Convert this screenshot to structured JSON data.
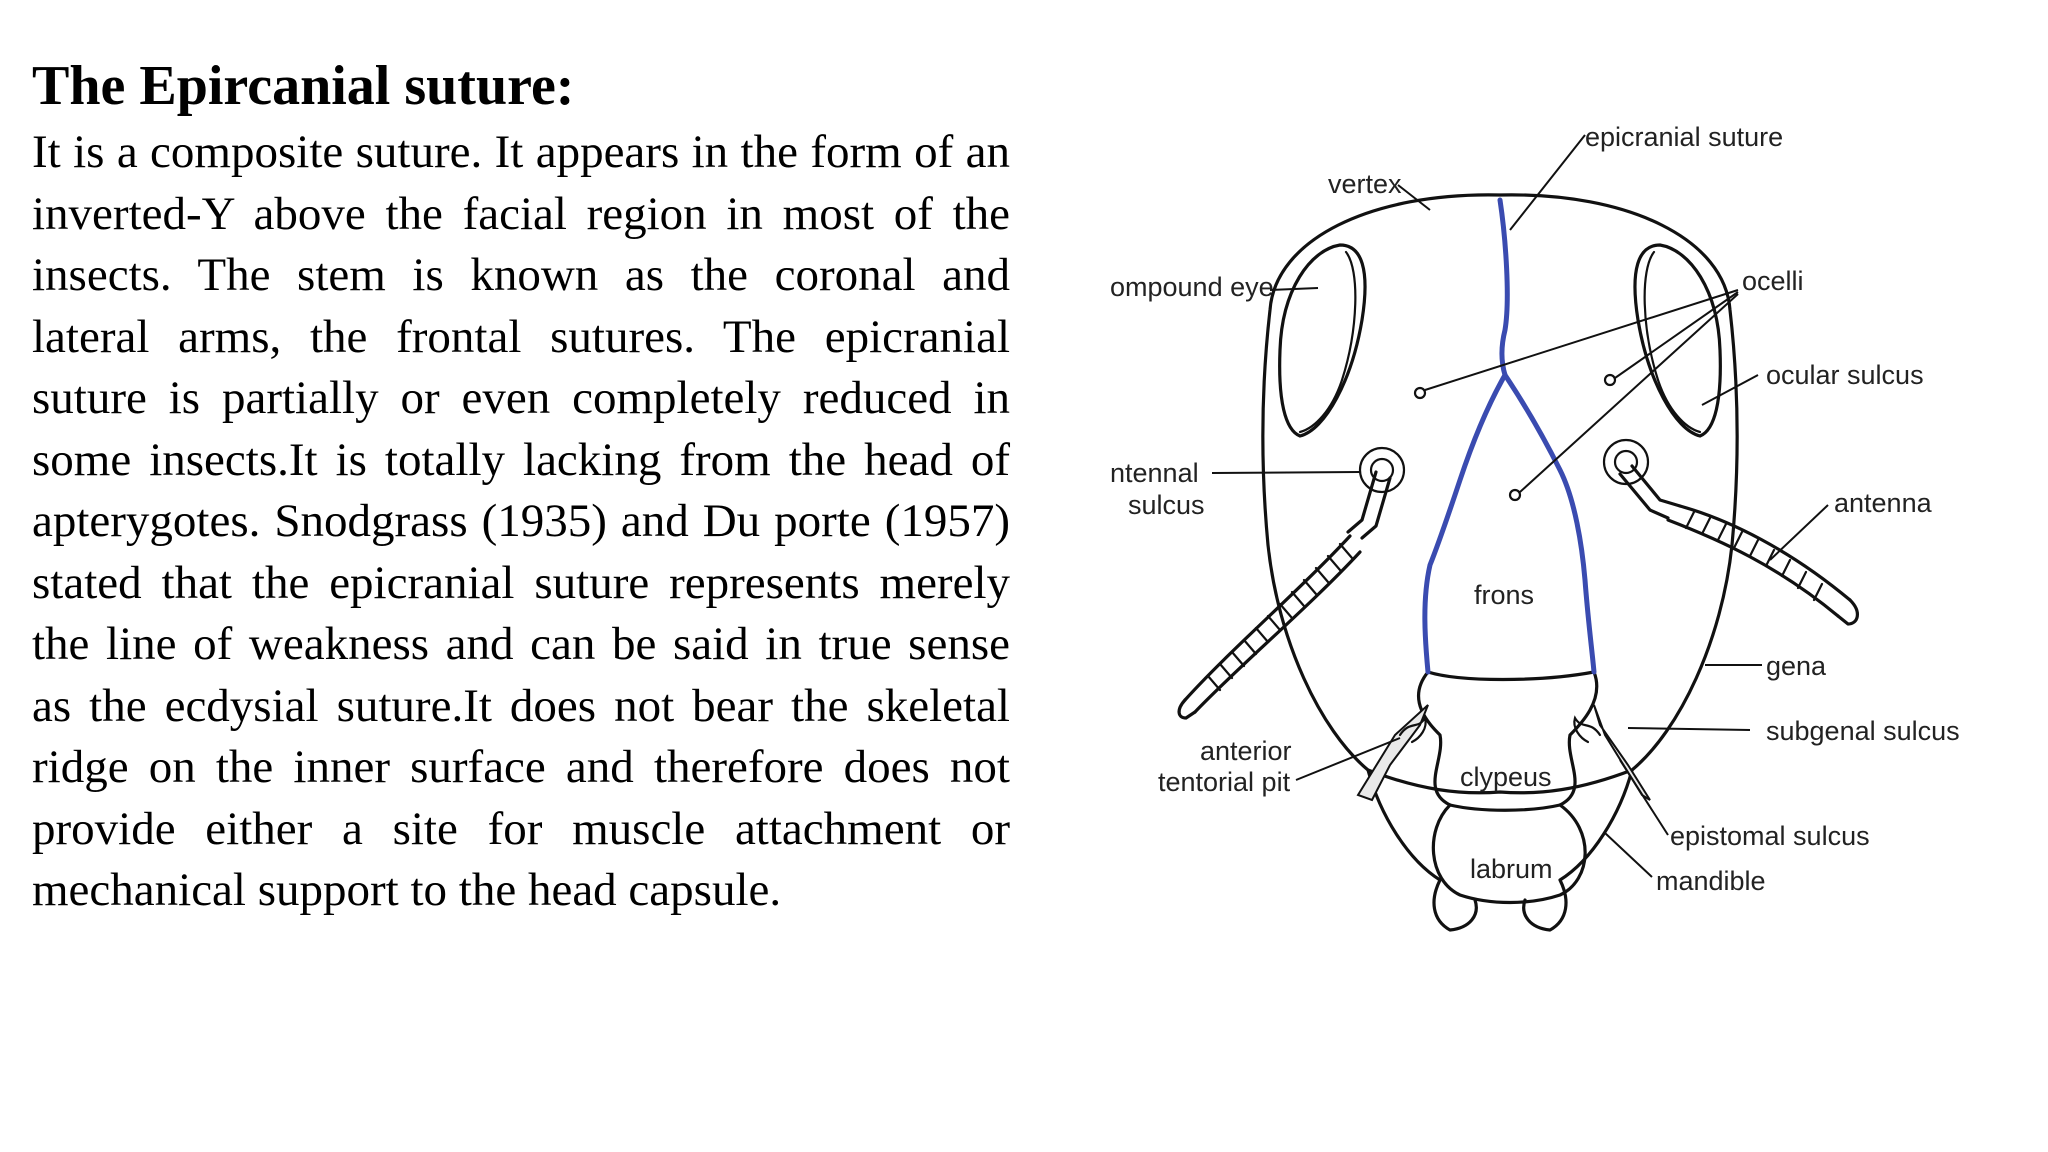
{
  "slide": {
    "title": "The Epircanial suture:",
    "body": "It is a composite suture.  It appears in the form of an inverted-Y above the facial region in most of the insects. The stem is known as the coronal and lateral arms, the frontal sutures. The epicranial suture is partially or even completely reduced in some insects.It is totally lacking from the head of apterygotes. Snodgrass (1935) and Du porte (1957) stated that the epicranial suture represents merely the line of weakness and can be said in true sense as the ecdysial suture.It does not bear the skeletal ridge on the inner surface and therefore does not provide either a site for muscle attachment or mechanical support to the head capsule."
  },
  "diagram": {
    "colors": {
      "suture": "#3a4bb0",
      "outline": "#111111"
    },
    "labels": {
      "epicranial_suture": "epicranial suture",
      "vertex": "vertex",
      "compound_eye": "ompound eye",
      "ocelli": "ocelli",
      "ocular_sulcus": "ocular sulcus",
      "antennal_sulcus_line1": "ntennal",
      "antennal_sulcus_line2": "sulcus",
      "antenna": "antenna",
      "frons": "frons",
      "gena": "gena",
      "subgenal_sulcus": "subgenal sulcus",
      "anterior_tentorial_pit_line1": "anterior",
      "anterior_tentorial_pit_line2": "tentorial pit",
      "clypeus": "clypeus",
      "epistomal_sulcus": "epistomal sulcus",
      "labrum": "labrum",
      "mandible": "mandible"
    }
  }
}
